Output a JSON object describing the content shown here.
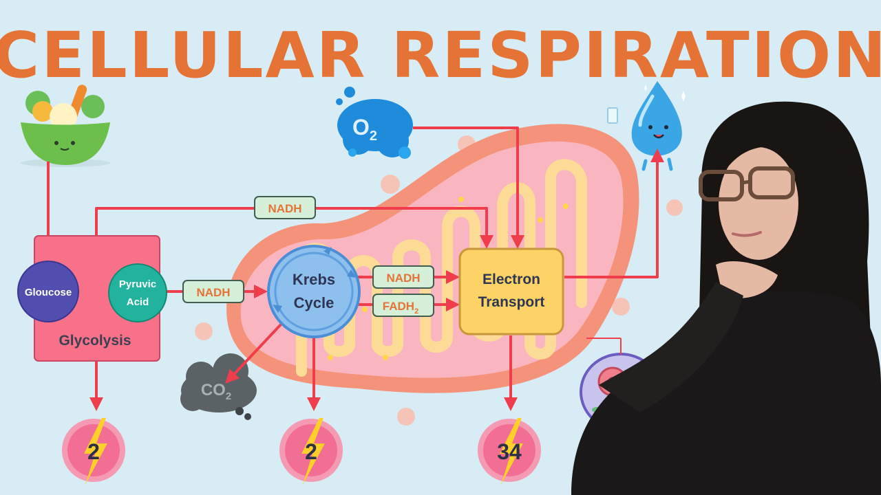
{
  "title": "CELLULAR RESPIRATION",
  "glycolysis": {
    "label": "Glycolysis",
    "glucose": "Gloucose",
    "pyruvic_line1": "Pyruvic",
    "pyruvic_line2": "Acid",
    "atp": "2"
  },
  "krebs": {
    "line1": "Krebs",
    "line2": "Cycle",
    "atp": "2"
  },
  "etc": {
    "line1": "Electron",
    "line2": "Transport",
    "atp": "34"
  },
  "tags": {
    "nadh_top": "NADH",
    "nadh_mid": "NADH",
    "nadh_krebs": "NADH",
    "fadh_main": "FADH",
    "fadh_sub": "2"
  },
  "oxygen": {
    "main": "O",
    "sub": "2"
  },
  "co2": {
    "main": "CO",
    "sub": "2"
  },
  "colors": {
    "title": "#e67336",
    "arrow": "#ef3d4b",
    "glycolysis_box": "#f87189",
    "glucose": "#524eb0",
    "pyruvic": "#22b39e",
    "krebs": "#8ec0ee",
    "etc_box": "#fed365",
    "mito_outer": "#f4937a",
    "mito_inner": "#f9b6c0",
    "tag": "#d5efd9",
    "tag_text": "#e67336",
    "background": "#d7ecf4"
  }
}
